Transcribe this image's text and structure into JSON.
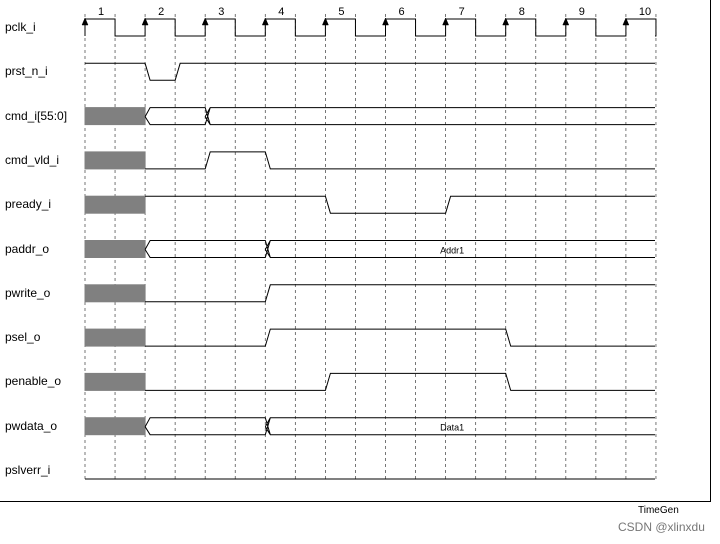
{
  "cycle_labels": [
    "1",
    "2",
    "3",
    "4",
    "5",
    "6",
    "7",
    "8",
    "9",
    "10"
  ],
  "signals": [
    {
      "name": "pclk_i",
      "kind": "clock"
    },
    {
      "name": "prst_n_i",
      "kind": "bit",
      "segments": [
        {
          "from": 0,
          "to": 1,
          "level": 1
        },
        {
          "from": 1,
          "to": 1.5,
          "level": 0
        },
        {
          "from": 1.5,
          "to": 9.5,
          "level": 1
        }
      ]
    },
    {
      "name": "cmd_i[55:0]",
      "kind": "bus",
      "undefined_until": 1,
      "changes": [
        1,
        2
      ],
      "value_text": ""
    },
    {
      "name": "cmd_vld_i",
      "kind": "bit",
      "undefined_until": 1,
      "segments": [
        {
          "from": 1,
          "to": 2,
          "level": 0
        },
        {
          "from": 2,
          "to": 3,
          "level": 1
        },
        {
          "from": 3,
          "to": 9.5,
          "level": 0
        }
      ]
    },
    {
      "name": "pready_i",
      "kind": "bit",
      "undefined_until": 1,
      "segments": [
        {
          "from": 1,
          "to": 4,
          "level": 1
        },
        {
          "from": 4,
          "to": 6,
          "level": 0
        },
        {
          "from": 6,
          "to": 9.5,
          "level": 1
        }
      ]
    },
    {
      "name": "paddr_o",
      "kind": "bus",
      "undefined_until": 1,
      "changes": [
        1,
        3
      ],
      "value_text": "Addr1"
    },
    {
      "name": "pwrite_o",
      "kind": "bit",
      "undefined_until": 1,
      "segments": [
        {
          "from": 1,
          "to": 3,
          "level": 0
        },
        {
          "from": 3,
          "to": 9.5,
          "level": 1
        }
      ]
    },
    {
      "name": "psel_o",
      "kind": "bit",
      "undefined_until": 1,
      "segments": [
        {
          "from": 1,
          "to": 3,
          "level": 0
        },
        {
          "from": 3,
          "to": 7,
          "level": 1
        },
        {
          "from": 7,
          "to": 9.5,
          "level": 0
        }
      ]
    },
    {
      "name": "penable_o",
      "kind": "bit",
      "undefined_until": 1,
      "segments": [
        {
          "from": 1,
          "to": 4,
          "level": 0
        },
        {
          "from": 4,
          "to": 7,
          "level": 1
        },
        {
          "from": 7,
          "to": 9.5,
          "level": 0
        }
      ]
    },
    {
      "name": "pwdata_o",
      "kind": "bus",
      "undefined_until": 1,
      "changes": [
        1,
        3
      ],
      "value_text": "Data1"
    },
    {
      "name": "pslverr_i",
      "kind": "bit",
      "segments": [
        {
          "from": 0,
          "to": 9.5,
          "level": 0
        }
      ]
    }
  ],
  "footer": {
    "tool": "TimeGen",
    "watermark": "CSDN @xlinxdu"
  },
  "colors": {
    "line": "#000000",
    "undefined_fill": "#808080",
    "grid": "#555555",
    "watermark": "#777777"
  }
}
